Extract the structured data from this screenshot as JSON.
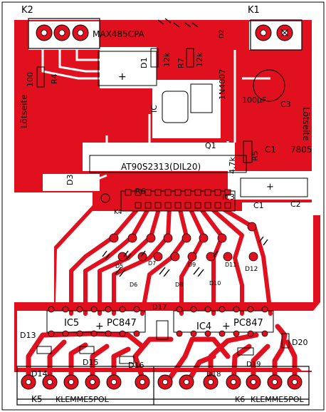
{
  "connectors": {
    "k2": "K2",
    "k1": "K1",
    "k5": "K5",
    "k6": "K6",
    "k5_text": "KLEMME5POL",
    "k6_text": "KLEMME5POL"
  },
  "ics": {
    "max485": "MAX485CPA",
    "at90": "AT90S2313(DIL20)",
    "ic1_part": "7805",
    "ic4": "IC4",
    "ic5": "IC5",
    "pc847_a": "PC847",
    "pc847_b": "PC847",
    "ic3": "IC3"
  },
  "parts": {
    "r4_val": "100",
    "r4": "R4",
    "r7": "R7",
    "r7_val": "12k",
    "r_12k": "12k",
    "r5": "R5",
    "r5_val": "4,7k",
    "r6": "R6",
    "diode_1n4007": "1N4007",
    "cap_100uf": "100µF",
    "c3": "C3",
    "c1": "C1",
    "c1b": "C1",
    "c2": "C2",
    "ic_label": "IC",
    "q1": "Q1",
    "d1": "D1",
    "d2": "D2",
    "d3": "D3",
    "k4": "K4",
    "d12": "D12",
    "d17": "D17",
    "d13": "D13",
    "d14": "D14",
    "d15": "D15",
    "d16": "D16",
    "d18": "D18",
    "d19": "D19",
    "d20": "D20",
    "d5": "D5",
    "d6": "D6",
    "d7": "D7",
    "d8": "D8",
    "d9": "D9",
    "d10": "D10",
    "d11": "D11",
    "plus": "+"
  },
  "side_text": {
    "left": "Lötseite",
    "right": "Lötseite"
  },
  "colors": {
    "copper": "#e0101e",
    "board": "#ffffff",
    "silk": "#000000"
  }
}
